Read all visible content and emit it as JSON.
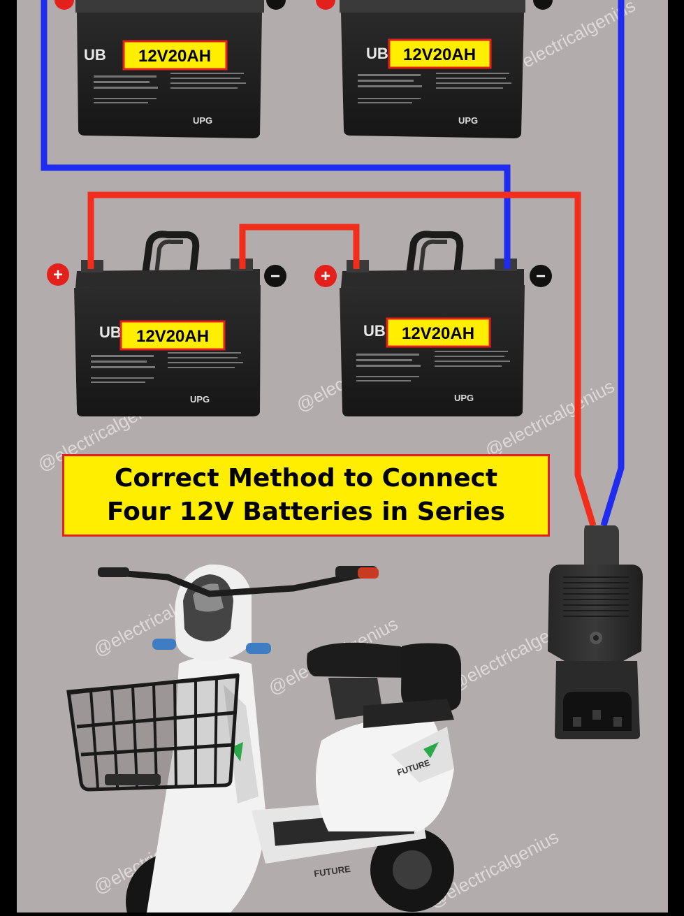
{
  "title": {
    "line1": "Correct Method to Connect",
    "line2": "Four 12V Batteries in Series"
  },
  "batteries": [
    {
      "label": "12V20AH",
      "brand_prefix": "UB",
      "maker": "UPG"
    },
    {
      "label": "12V20AH",
      "brand_prefix": "UB",
      "maker": "UPG"
    },
    {
      "label": "12V20AH",
      "brand_prefix": "UB",
      "maker": "UPG"
    },
    {
      "label": "12V20AH",
      "brand_prefix": "UB",
      "maker": "UPG"
    }
  ],
  "terminals": {
    "positive": "+",
    "negative": "−"
  },
  "scooter": {
    "brand": "FUTURE"
  },
  "watermark": "@electricalgenius",
  "colors": {
    "background": "#b3acac",
    "positive_wire": "#f22d1b",
    "negative_wire": "#1f2cf0",
    "label_fill": "#ffee00",
    "label_border": "#e3201b",
    "battery_body": "#232323"
  },
  "icons": [
    "positive-terminal-icon",
    "negative-terminal-icon",
    "power-connector-icon",
    "electric-scooter-illustration"
  ]
}
